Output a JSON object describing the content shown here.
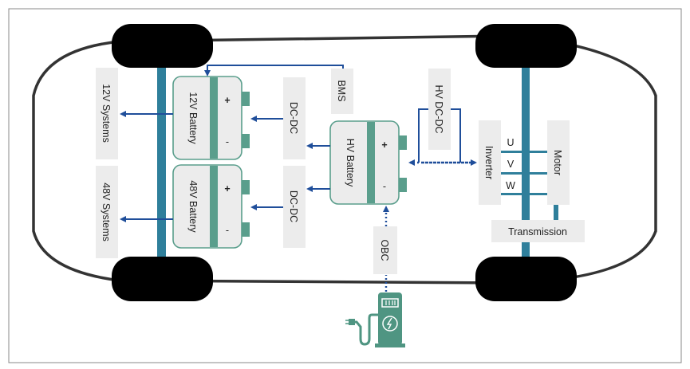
{
  "labels": {
    "sys12": "12V Systems",
    "sys48": "48V Systems",
    "bat12": "12V Battery",
    "bat48": "48V Battery",
    "dcdc1": "DC-DC",
    "dcdc2": "DC-DC",
    "bms": "BMS",
    "hvbat": "HV Battery",
    "hvdcdc": "HV DC-DC",
    "inverter": "Inverter",
    "motor": "Motor",
    "transmission": "Transmission",
    "obc": "OBC",
    "u": "U",
    "v": "V",
    "w": "W",
    "plus": "+",
    "minus": "-"
  },
  "colors": {
    "battery": "#5a9e8c",
    "axle": "#2f7f9b",
    "wire": "#1f4e9a",
    "box": "#ececec"
  }
}
